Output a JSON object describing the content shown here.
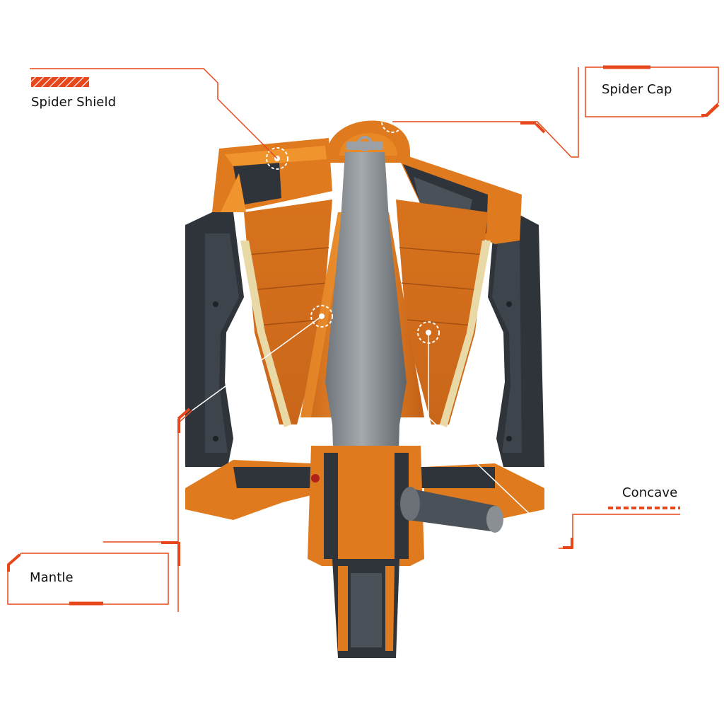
{
  "labels": {
    "spider_shield": "Spider Shield",
    "spider_cap": "Spider Cap",
    "concave": "Concave",
    "mantle": "Mantle"
  },
  "colors": {
    "accent": "#E8461B",
    "orange_body": "#E07A1E",
    "orange_light": "#F0952E",
    "orange_dark": "#B85A12",
    "steel_dark": "#2E343A",
    "steel_mid": "#4A5158",
    "shaft": "#8A8F94",
    "liner": "#E9D9A6"
  },
  "illustration": "gyratory-crusher-cutaway"
}
